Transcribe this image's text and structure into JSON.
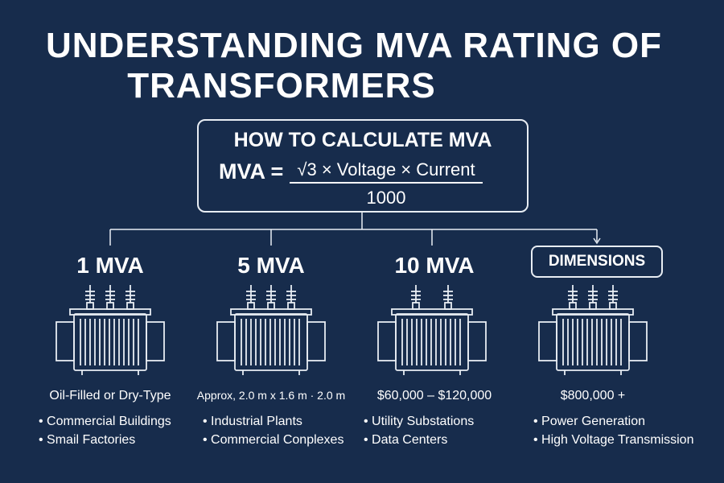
{
  "title": {
    "line1": "UNDERSTANDING MVA RATING OF",
    "line2": "TRANSFORMERS"
  },
  "formula_box": {
    "heading": "HOW TO CALCULATE MVA",
    "lhs": "MVA =",
    "numerator": "√3 × Voltage × Current",
    "denominator": "1000"
  },
  "columns": [
    {
      "heading": "1 MVA",
      "subtitle": "Oil-Filled or Dry-Type",
      "bullets": [
        "Commercial Buildings",
        "Smail Factories"
      ]
    },
    {
      "heading": "5 MVA",
      "subtitle": "Approx, 2.0 m x 1.6 m · 2.0 m",
      "bullets": [
        "Industrial Plants",
        "Commercial Conplexes"
      ]
    },
    {
      "heading": "10 MVA",
      "subtitle": "$60,000 – $120,000",
      "bullets": [
        "Utility Substations",
        "Data Centers"
      ]
    },
    {
      "heading": "DIMENSIONS",
      "subtitle": "$800,000 +",
      "bullets": [
        "Power Generation",
        "High Voltage Transmission"
      ]
    }
  ],
  "colors": {
    "background": "#172c4c",
    "line": "#e8edf3"
  }
}
